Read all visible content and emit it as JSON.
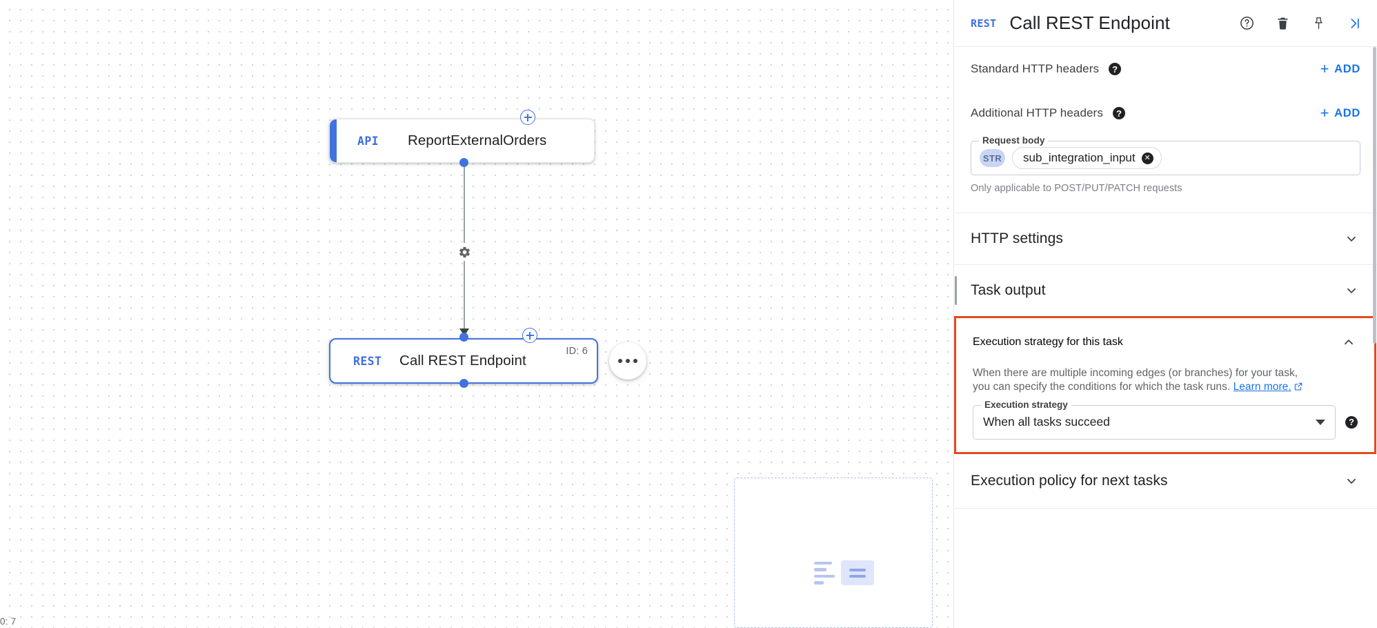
{
  "canvas": {
    "status_text": "0: 7",
    "nodes": [
      {
        "badge": "API",
        "title": "ReportExternalOrders",
        "id_label": ""
      },
      {
        "badge": "REST",
        "title": "Call REST Endpoint",
        "id_label": "ID: 6"
      }
    ],
    "edge_gear_icon": "gear-icon",
    "plus_icon": "plus-icon",
    "overflow_icon": "more-options-icon"
  },
  "panel": {
    "header": {
      "badge": "REST",
      "title": "Call REST Endpoint",
      "actions": [
        {
          "name": "help-icon",
          "label": "Help"
        },
        {
          "name": "delete-icon",
          "label": "Delete"
        },
        {
          "name": "pin-icon",
          "label": "Pin"
        },
        {
          "name": "collapse-panel-icon",
          "label": "Collapse panel"
        }
      ]
    },
    "standard_headers": {
      "label": "Standard HTTP headers",
      "help": "?",
      "add_label": "ADD",
      "add_plus": "+"
    },
    "additional_headers": {
      "label": "Additional HTTP headers",
      "help": "?",
      "add_label": "ADD",
      "add_plus": "+"
    },
    "request_body": {
      "legend": "Request body",
      "type_chip": "STR",
      "value": "sub_integration_input",
      "clear_icon": "✕",
      "hint": "Only applicable to POST/PUT/PATCH requests"
    },
    "sections": [
      {
        "title": "HTTP settings",
        "expanded": false,
        "chevron": "chevron-down"
      },
      {
        "title": "Task output",
        "expanded": false,
        "chevron": "chevron-down"
      }
    ],
    "execution_strategy": {
      "title": "Execution strategy for this task",
      "chevron": "chevron-up",
      "description_line1": "When there are multiple incoming edges (or branches) for your task,",
      "description_line2": "you can specify the conditions for which the task runs.",
      "learn_more": "Learn more.",
      "field_legend": "Execution strategy",
      "field_value": "When all tasks succeed",
      "help": "?",
      "highlight_color": "#e8481c"
    },
    "execution_policy": {
      "title": "Execution policy for next tasks",
      "chevron": "chevron-down"
    }
  },
  "colors": {
    "accent_blue": "#1a73e8",
    "node_blue": "#4272e0",
    "highlight_red": "#e8481c",
    "text_primary": "#202124",
    "text_secondary": "#5f6368"
  }
}
